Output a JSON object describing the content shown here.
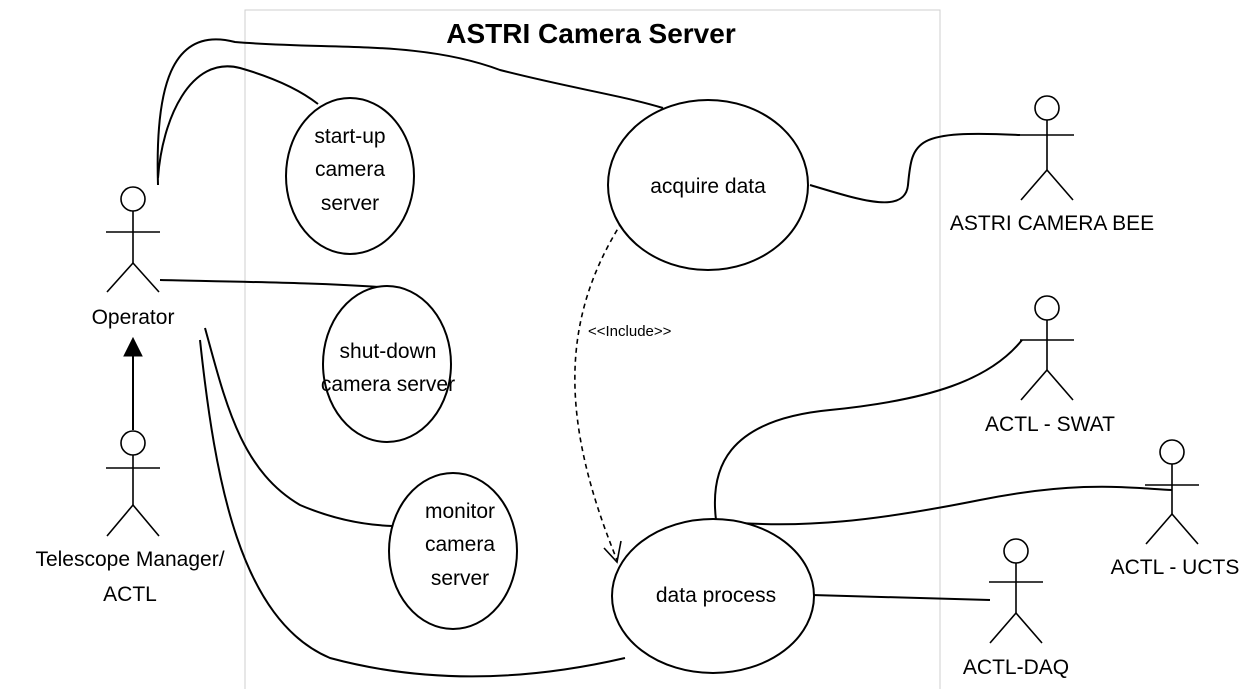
{
  "diagram": {
    "system_title": "ASTRI Camera Server",
    "use_cases": {
      "startup": [
        "start-up",
        "camera",
        "server"
      ],
      "shutdown": [
        "shut-down",
        "camera server"
      ],
      "monitor": [
        "monitor",
        "camera",
        "server"
      ],
      "acquire": [
        "acquire data"
      ],
      "process": [
        "data process"
      ]
    },
    "actors": {
      "operator": "Operator",
      "tm": [
        "Telescope Manager/",
        "ACTL"
      ],
      "bee": "ASTRI CAMERA BEE",
      "swat": "ACTL - SWAT",
      "ucts": "ACTL - UCTS",
      "daq": "ACTL-DAQ"
    },
    "include_label": "<<Include>>"
  }
}
